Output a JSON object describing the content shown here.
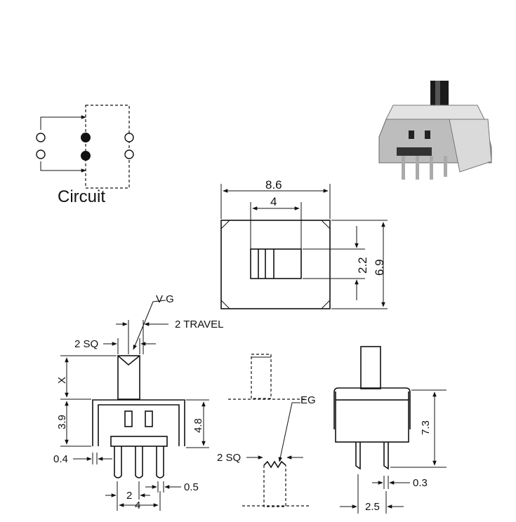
{
  "circuit": {
    "label": "Circuit"
  },
  "top_view": {
    "width": "8.6",
    "actuator_width": "4",
    "actuator_travel_height": "2.2",
    "height": "6.9"
  },
  "front_view": {
    "vg_label": "V G",
    "travel_label": "2 TRAVEL",
    "actuator_sq": "2 SQ",
    "x_label": "X",
    "body_height": "3.9",
    "height_total": "4.8",
    "pin_width": "0.4",
    "pin_pitch": "2",
    "pin_span": "4",
    "pin_offset": "0.5"
  },
  "eg_view": {
    "eg_label": "EG",
    "sq_label": "2 SQ"
  },
  "side_view": {
    "height": "7.3",
    "pin_thickness": "0.3",
    "pin_spacing": "2.5"
  }
}
